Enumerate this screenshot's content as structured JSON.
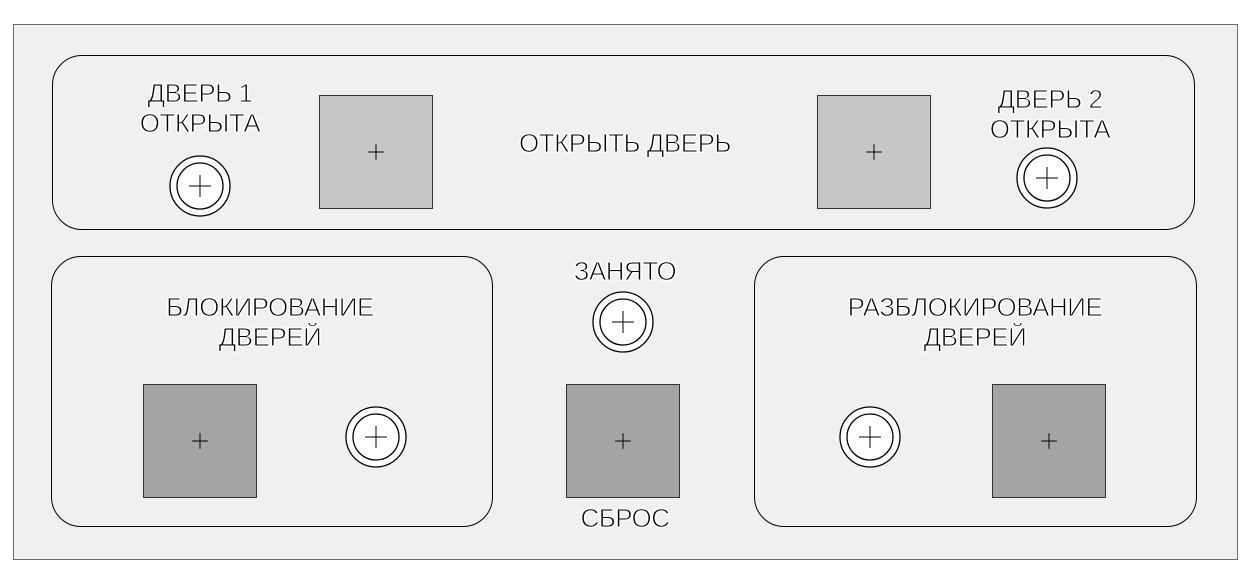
{
  "colors": {
    "panel_background": "#f0f0f0",
    "button_light": "#c6c6c6",
    "button_dark": "#a4a4a4",
    "outline": "#000000"
  },
  "door_panel": {
    "door1_label": [
      "ДВЕРЬ 1",
      "ОТКРЫТА"
    ],
    "open_label": "ОТКРЫТЬ ДВЕРЬ",
    "door2_label": [
      "ДВЕРЬ 2",
      "ОТКРЫТА"
    ]
  },
  "lock_panel": {
    "label": [
      "БЛОКИРОВАНИЕ",
      "ДВЕРЕЙ"
    ]
  },
  "center": {
    "busy_label": "ЗАНЯТО",
    "reset_label": "СБРОС"
  },
  "unlock_panel": {
    "label": [
      "РАЗБЛОКИРОВАНИЕ",
      "ДВЕРЕЙ"
    ]
  },
  "icons": {
    "button": "crosshair-plus",
    "lamp": "double-circle-plus"
  }
}
